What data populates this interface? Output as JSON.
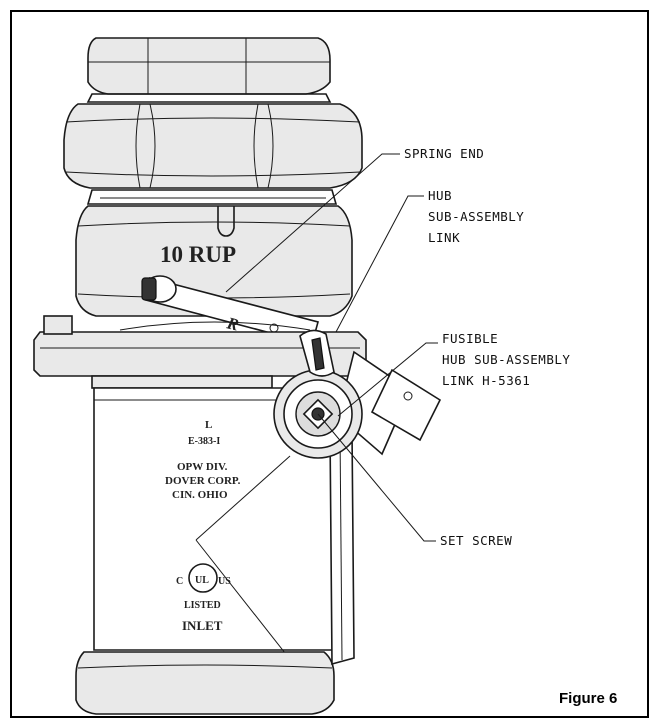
{
  "figure": {
    "caption": "Figure 6"
  },
  "callouts": {
    "spring_end": "SPRING END",
    "hub_link": [
      "HUB",
      "SUB-ASSEMBLY",
      "LINK"
    ],
    "fusible": [
      "FUSIBLE",
      "HUB SUB-ASSEMBLY",
      "LINK H-5361"
    ],
    "set_screw": "SET SCREW"
  },
  "body_markings": {
    "top_stamp": "10 RUP",
    "link_letter": "R",
    "line_l": "L",
    "part_no": "E-383-I",
    "maker": [
      "OPW DIV.",
      "DOVER CORP.",
      "CIN. OHIO"
    ],
    "ul_left": "C",
    "ul_mark": "UL",
    "ul_right": "US",
    "listed": "LISTED",
    "inlet": "INLET"
  }
}
